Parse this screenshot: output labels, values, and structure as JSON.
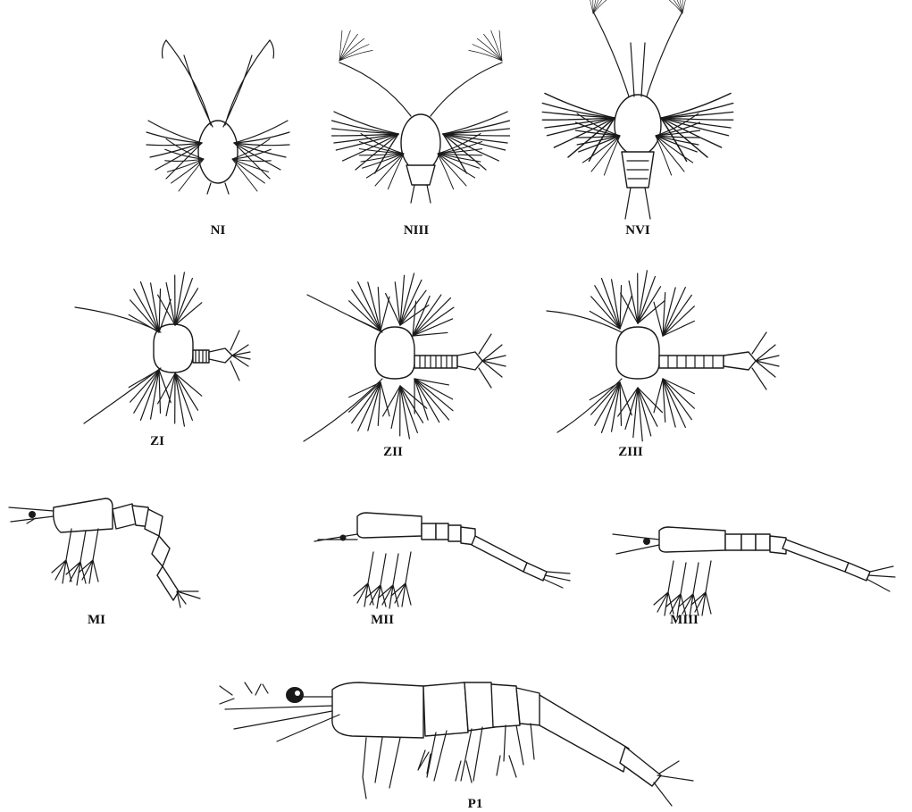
{
  "labels": {
    "ni": "NI",
    "niii": "NIII",
    "nvi": "NVI",
    "zi": "ZI",
    "zii": "ZII",
    "ziii": "ZIII",
    "mi": "MI",
    "mii": "MII",
    "miii": "MIII",
    "p1": "P1"
  }
}
